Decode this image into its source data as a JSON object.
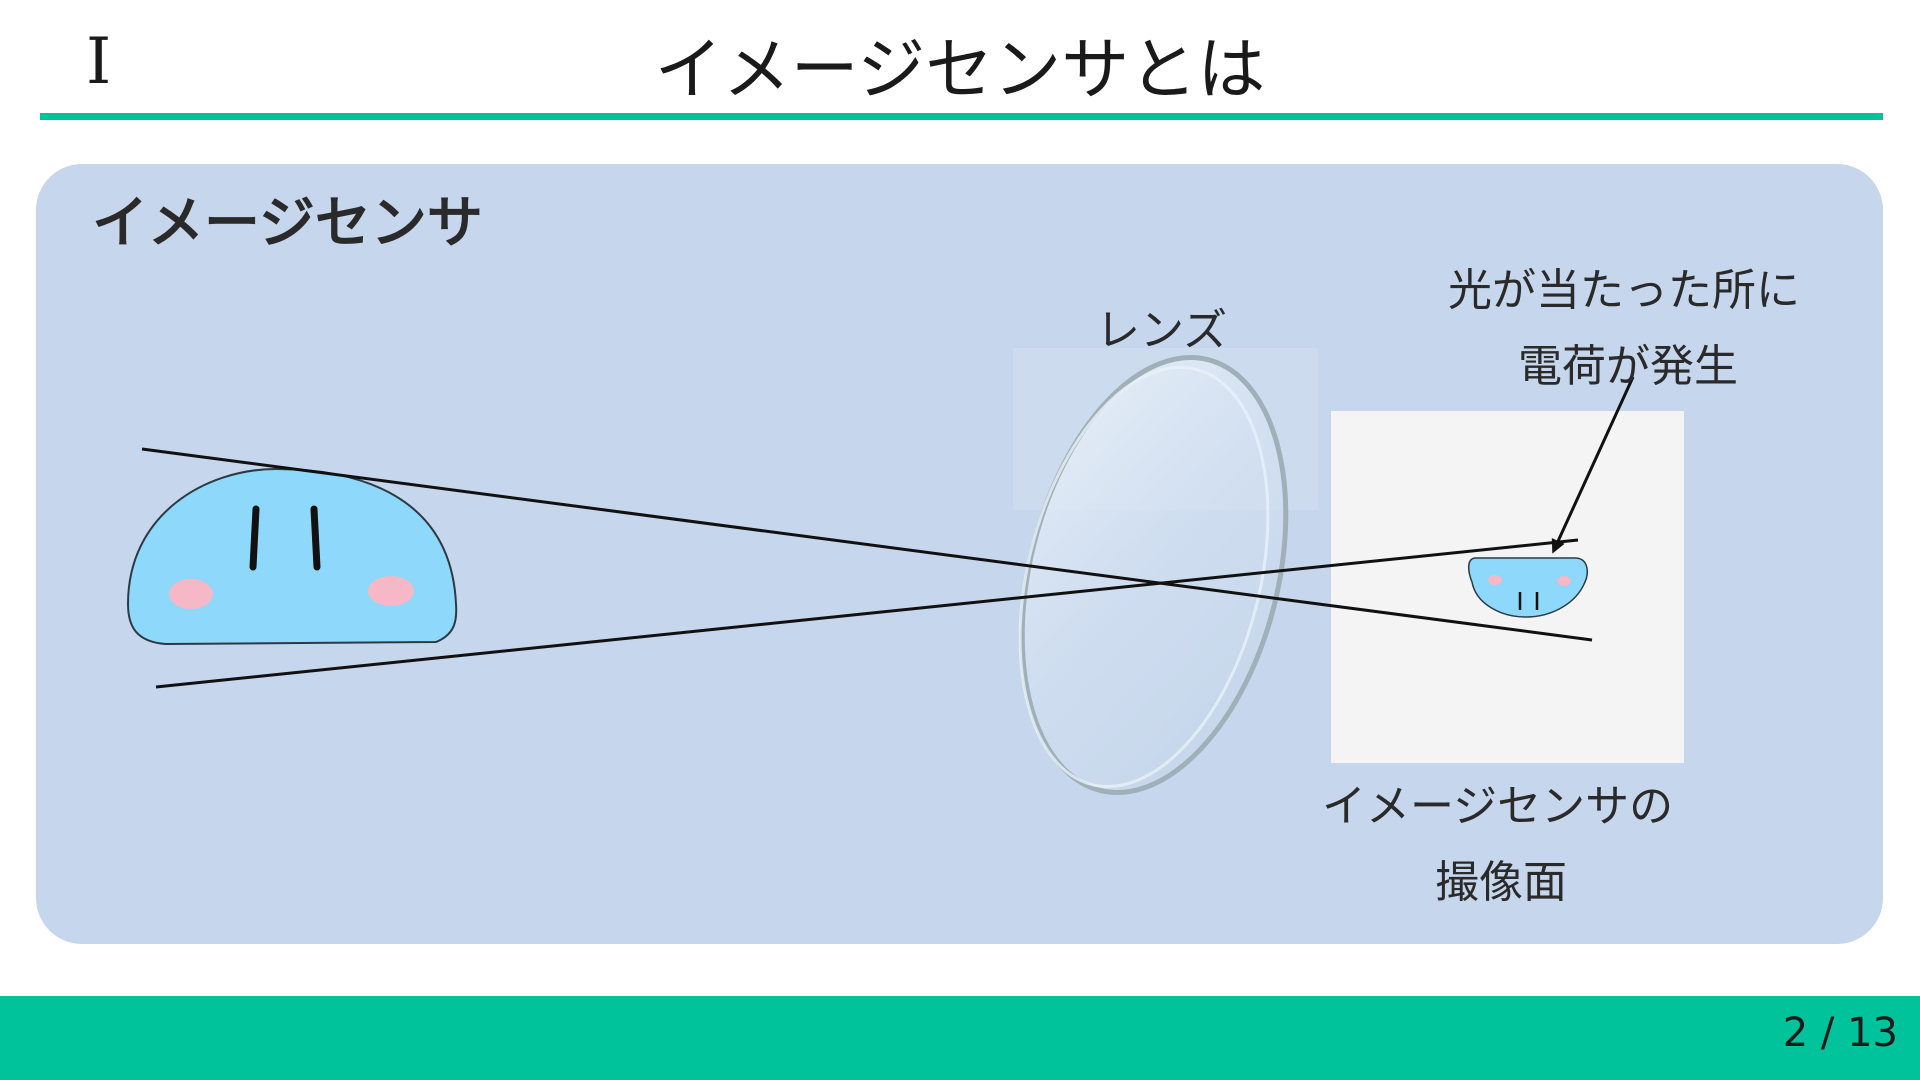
{
  "header": {
    "section_number": "I",
    "title": "イメージセンサとは"
  },
  "panel": {
    "heading": "イメージセンサ",
    "labels": {
      "lens": "レンズ",
      "charge_line1": "光が当たった所に",
      "charge_line2": "電荷が発生",
      "sensor_line1": "イメージセンサの",
      "sensor_line2": "撮像面"
    }
  },
  "footer": {
    "page_number": "2 / 13"
  },
  "colors": {
    "accent": "#00c39b",
    "panel_background": "#c6d6ec",
    "character_fill": "#8ed9fb",
    "blush": "#f6b7c6",
    "sensor_surface": "#f4f4f4"
  },
  "icons": {
    "character": "slime-character-icon",
    "lens": "lens-icon",
    "arrow": "pointer-arrow-icon"
  }
}
